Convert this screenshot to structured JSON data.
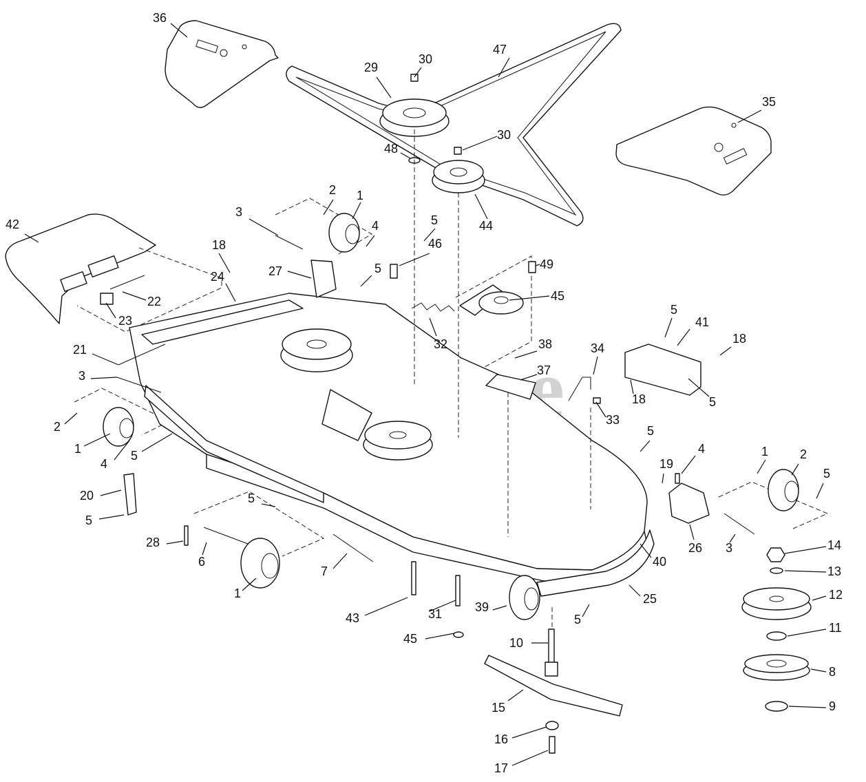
{
  "watermark": {
    "text": "PartsTree",
    "tm": "TM"
  },
  "callouts": [
    {
      "n": "36"
    },
    {
      "n": "29"
    },
    {
      "n": "30"
    },
    {
      "n": "47"
    },
    {
      "n": "35"
    },
    {
      "n": "30"
    },
    {
      "n": "48"
    },
    {
      "n": "44"
    },
    {
      "n": "2"
    },
    {
      "n": "1"
    },
    {
      "n": "3"
    },
    {
      "n": "4"
    },
    {
      "n": "5"
    },
    {
      "n": "46"
    },
    {
      "n": "49"
    },
    {
      "n": "42"
    },
    {
      "n": "18"
    },
    {
      "n": "27"
    },
    {
      "n": "5"
    },
    {
      "n": "24"
    },
    {
      "n": "22"
    },
    {
      "n": "23"
    },
    {
      "n": "45"
    },
    {
      "n": "32"
    },
    {
      "n": "38"
    },
    {
      "n": "34"
    },
    {
      "n": "5"
    },
    {
      "n": "41"
    },
    {
      "n": "18"
    },
    {
      "n": "21"
    },
    {
      "n": "37"
    },
    {
      "n": "18"
    },
    {
      "n": "5"
    },
    {
      "n": "3"
    },
    {
      "n": "33"
    },
    {
      "n": "2"
    },
    {
      "n": "1"
    },
    {
      "n": "4"
    },
    {
      "n": "5"
    },
    {
      "n": "5"
    },
    {
      "n": "19"
    },
    {
      "n": "4"
    },
    {
      "n": "1"
    },
    {
      "n": "2"
    },
    {
      "n": "5"
    },
    {
      "n": "20"
    },
    {
      "n": "5"
    },
    {
      "n": "5"
    },
    {
      "n": "26"
    },
    {
      "n": "3"
    },
    {
      "n": "28"
    },
    {
      "n": "6"
    },
    {
      "n": "7"
    },
    {
      "n": "40"
    },
    {
      "n": "14"
    },
    {
      "n": "13"
    },
    {
      "n": "1"
    },
    {
      "n": "43"
    },
    {
      "n": "31"
    },
    {
      "n": "39"
    },
    {
      "n": "5"
    },
    {
      "n": "25"
    },
    {
      "n": "12"
    },
    {
      "n": "45"
    },
    {
      "n": "11"
    },
    {
      "n": "10"
    },
    {
      "n": "8"
    },
    {
      "n": "15"
    },
    {
      "n": "9"
    },
    {
      "n": "16"
    },
    {
      "n": "17"
    }
  ]
}
